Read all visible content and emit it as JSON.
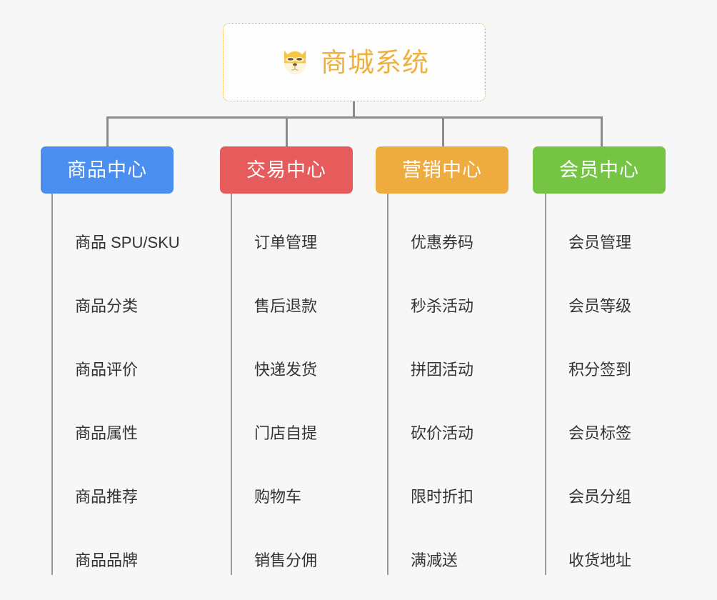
{
  "page": {
    "background_color": "#f7f7f7",
    "diagram_type": "mind-map"
  },
  "root": {
    "title": "商城系统",
    "icon": "shiba-dog-face-icon",
    "border_color": "#e9ad3e",
    "text_color": "#eeb03f",
    "background_color": "#fefefe"
  },
  "connector": {
    "color": "#8c8c8c",
    "leaf_line_color": "#9a9a9a"
  },
  "branches": [
    {
      "label": "商品中心",
      "color": "#4a8ef0",
      "items": [
        "商品 SPU/SKU",
        "商品分类",
        "商品评价",
        "商品属性",
        "商品推荐",
        "商品品牌"
      ]
    },
    {
      "label": "交易中心",
      "color": "#e65c5c",
      "items": [
        "订单管理",
        "售后退款",
        "快递发货",
        "门店自提",
        "购物车",
        "销售分佣"
      ]
    },
    {
      "label": "营销中心",
      "color": "#eeab3f",
      "items": [
        "优惠券码",
        "秒杀活动",
        "拼团活动",
        "砍价活动",
        "限时折扣",
        "满减送"
      ]
    },
    {
      "label": "会员中心",
      "color": "#75c443",
      "items": [
        "会员管理",
        "会员等级",
        "积分签到",
        "会员标签",
        "会员分组",
        "收货地址"
      ]
    }
  ]
}
